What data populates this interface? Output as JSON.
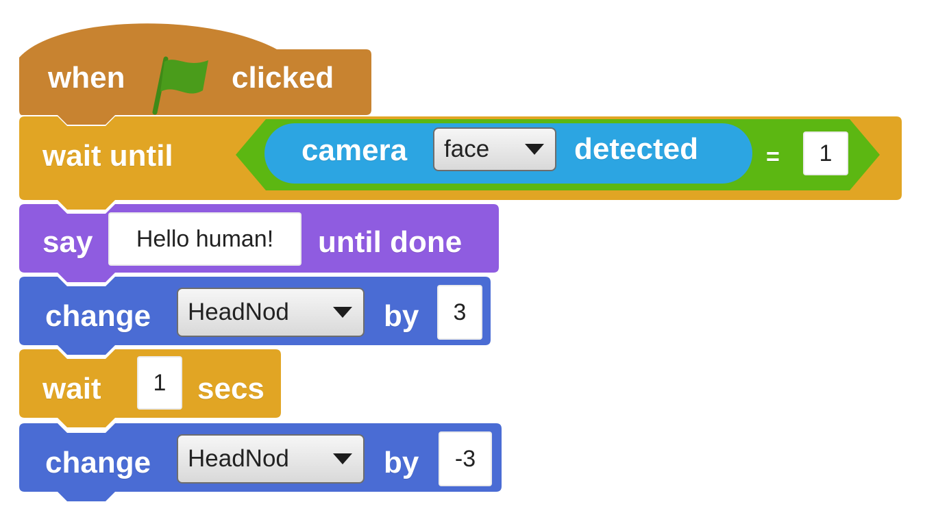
{
  "colors": {
    "events": "#c88330",
    "control": "#e1a524",
    "looks": "#8f5ce0",
    "data": "#4a6cd4",
    "sensing": "#2ca5e2",
    "operators": "#5cb712",
    "flag": "#4a9c1b"
  },
  "blocks": {
    "hat": {
      "text_before": "when",
      "icon": "green-flag-icon",
      "text_after": "clicked"
    },
    "wait_until": {
      "label": "wait until",
      "sensor": {
        "label_left": "camera",
        "option": "face",
        "label_right": "detected"
      },
      "operator": "=",
      "value": "1"
    },
    "say": {
      "label": "say",
      "message": "Hello human!",
      "suffix": "until done"
    },
    "change1": {
      "label": "change",
      "variable": "HeadNod",
      "by_label": "by",
      "value": "3"
    },
    "wait": {
      "label": "wait",
      "value": "1",
      "suffix": "secs"
    },
    "change2": {
      "label": "change",
      "variable": "HeadNod",
      "by_label": "by",
      "value": "-3"
    }
  }
}
